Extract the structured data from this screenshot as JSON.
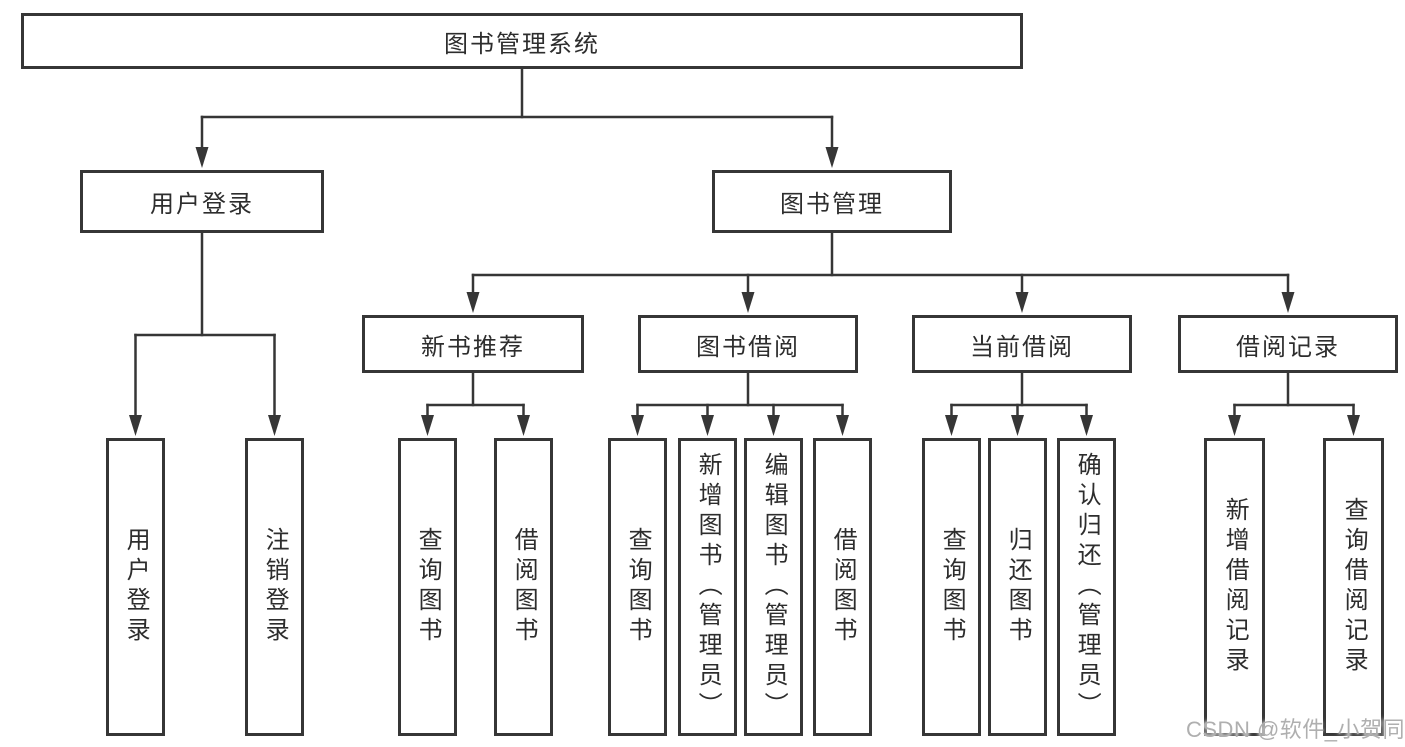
{
  "diagram": {
    "root": {
      "label": "图书管理系统"
    },
    "level2": [
      {
        "label": "用户登录"
      },
      {
        "label": "图书管理"
      }
    ],
    "level3": [
      {
        "label": "新书推荐"
      },
      {
        "label": "图书借阅"
      },
      {
        "label": "当前借阅"
      },
      {
        "label": "借阅记录"
      }
    ],
    "leaves": {
      "user_login": [
        {
          "label": "用户登录"
        },
        {
          "label": "注销登录"
        }
      ],
      "new_book_recommend": [
        {
          "label": "查询图书"
        },
        {
          "label": "借阅图书"
        }
      ],
      "book_borrow": [
        {
          "label": "查询图书"
        },
        {
          "label": "新增图书（管理员）"
        },
        {
          "label": "编辑图书（管理员）"
        },
        {
          "label": "借阅图书"
        }
      ],
      "current_borrow": [
        {
          "label": "查询图书"
        },
        {
          "label": "归还图书"
        },
        {
          "label": "确认归还（管理员）"
        }
      ],
      "borrow_records": [
        {
          "label": "新增借阅记录"
        },
        {
          "label": "查询借阅记录"
        }
      ]
    },
    "watermark": "CSDN @软件_小贺同学",
    "colors": {
      "line": "#363636",
      "text": "#2d2d2d",
      "watermark": "#afafaf",
      "background": "#ffffff"
    }
  }
}
